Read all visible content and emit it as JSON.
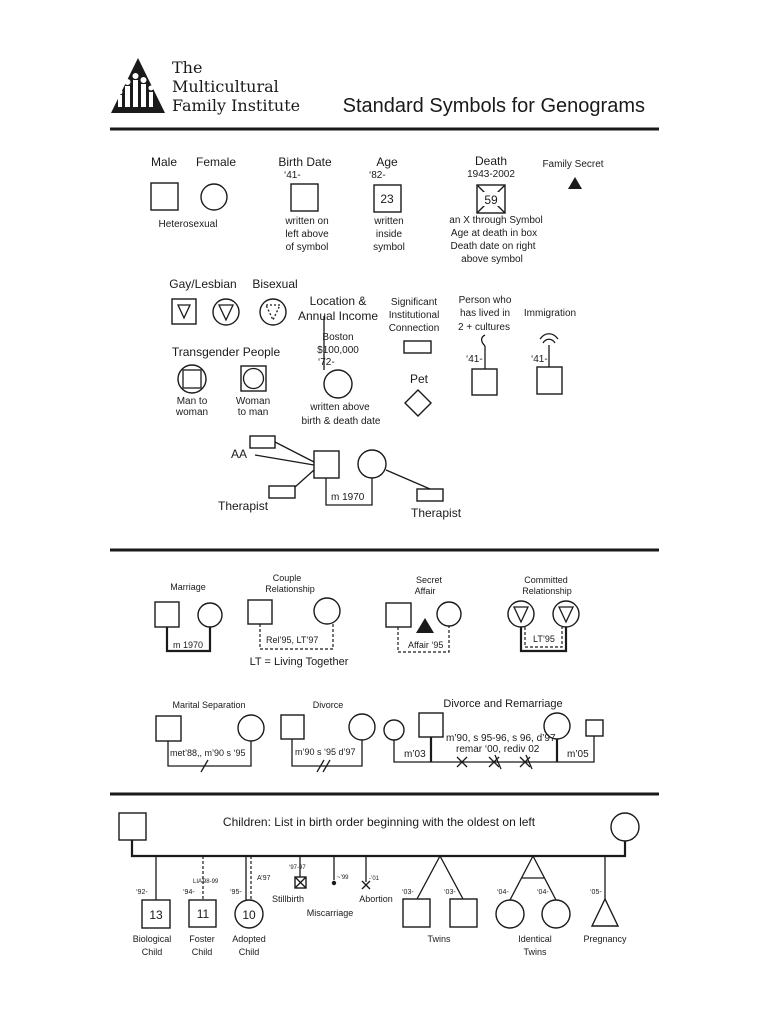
{
  "header": {
    "logo_line1": "The",
    "logo_line2": "Multicultural",
    "logo_line3": "Family Institute",
    "title": "Standard Symbols for Genograms"
  },
  "basic": {
    "male": "Male",
    "female": "Female",
    "heterosexual": "Heterosexual",
    "birth_date": {
      "label": "Birth Date",
      "year": "‘41-",
      "note1": "written on",
      "note2": "left above",
      "note3": "of symbol"
    },
    "age": {
      "label": "Age",
      "year": "‘82-",
      "value": "23",
      "note1": "written",
      "note2": "inside",
      "note3": "symbol"
    },
    "death": {
      "label": "Death",
      "years": "1943-2002",
      "value": "59",
      "note1": "an X through Symbol",
      "note2": "Age at death in box",
      "note3": "Death date on right",
      "note4": "above symbol"
    },
    "family_secret": "Family Secret"
  },
  "orientation": {
    "gay_lesbian": "Gay/Lesbian",
    "bisexual": "Bisexual",
    "location": {
      "label1": "Location &",
      "label2": "Annual Income",
      "place": "Boston",
      "income": "$100,000",
      "year": "‘72-",
      "note1": "written above",
      "note2": "birth & death date"
    },
    "institutional": {
      "label1": "Significant",
      "label2": "Institutional",
      "label3": "Connection"
    },
    "multi_culture": {
      "label1": "Person who",
      "label2": "has lived in",
      "label3": "2 + cultures",
      "year": "‘41-"
    },
    "immigration": {
      "label": "Immigration",
      "year": "‘41-"
    },
    "transgender": {
      "label": "Transgender People",
      "mtw1": "Man to",
      "mtw2": "woman",
      "wtm1": "Woman",
      "wtm2": "to man"
    },
    "pet": "Pet"
  },
  "connections": {
    "aa": "AA",
    "therapist_left": "Therapist",
    "therapist_right": "Therapist",
    "marriage": "m 1970"
  },
  "relationships": {
    "marriage": {
      "label": "Marriage",
      "date": "m 1970"
    },
    "couple": {
      "label1": "Couple",
      "label2": "Relationship",
      "date": "Rel’95, LT’97"
    },
    "lt_note": "LT = Living Together",
    "affair": {
      "label1": "Secret",
      "label2": "Affair",
      "date": "Affair ‘95"
    },
    "committed": {
      "label1": "Committed",
      "label2": "Relationship",
      "date": "LT’95"
    },
    "separation": {
      "label": "Marital Separation",
      "date": "met’88,, m’90  s ‘95"
    },
    "divorce": {
      "label": "Divorce",
      "date": "m’90 s ‘95 d’97"
    },
    "remarriage": {
      "label": "Divorce and Remarriage",
      "left": "m’03",
      "mid1": "m’90, s 95-96, s 96, d’97,",
      "mid2": "remar ‘00, rediv 02",
      "right": "m’05"
    }
  },
  "children": {
    "heading": "Children: List in birth order beginning with the oldest on left",
    "biological": {
      "year": "‘92-",
      "age": "13",
      "label1": "Biological",
      "label2": "Child"
    },
    "foster": {
      "year": "‘94-",
      "marks": "LIA’98-99",
      "age": "11",
      "label1": "Foster",
      "label2": "Child"
    },
    "adopted": {
      "year": "‘95-",
      "mark": "A’97",
      "age": "10",
      "label1": "Adopted",
      "label2": "Child"
    },
    "stillbirth": {
      "year": "‘97-97",
      "label": "Stillbirth"
    },
    "miscarriage": {
      "year": "~’99",
      "label": "Miscarriage"
    },
    "abortion": {
      "year": "-’01",
      "label": "Abortion"
    },
    "twins": {
      "year_left": "‘03-",
      "year_right": "‘03-",
      "label": "Twins"
    },
    "identical": {
      "year_left": "‘04-",
      "year_right": "‘04-",
      "label1": "Identical",
      "label2": "Twins"
    },
    "pregnancy": {
      "year": "‘05-",
      "label": "Pregnancy"
    }
  }
}
